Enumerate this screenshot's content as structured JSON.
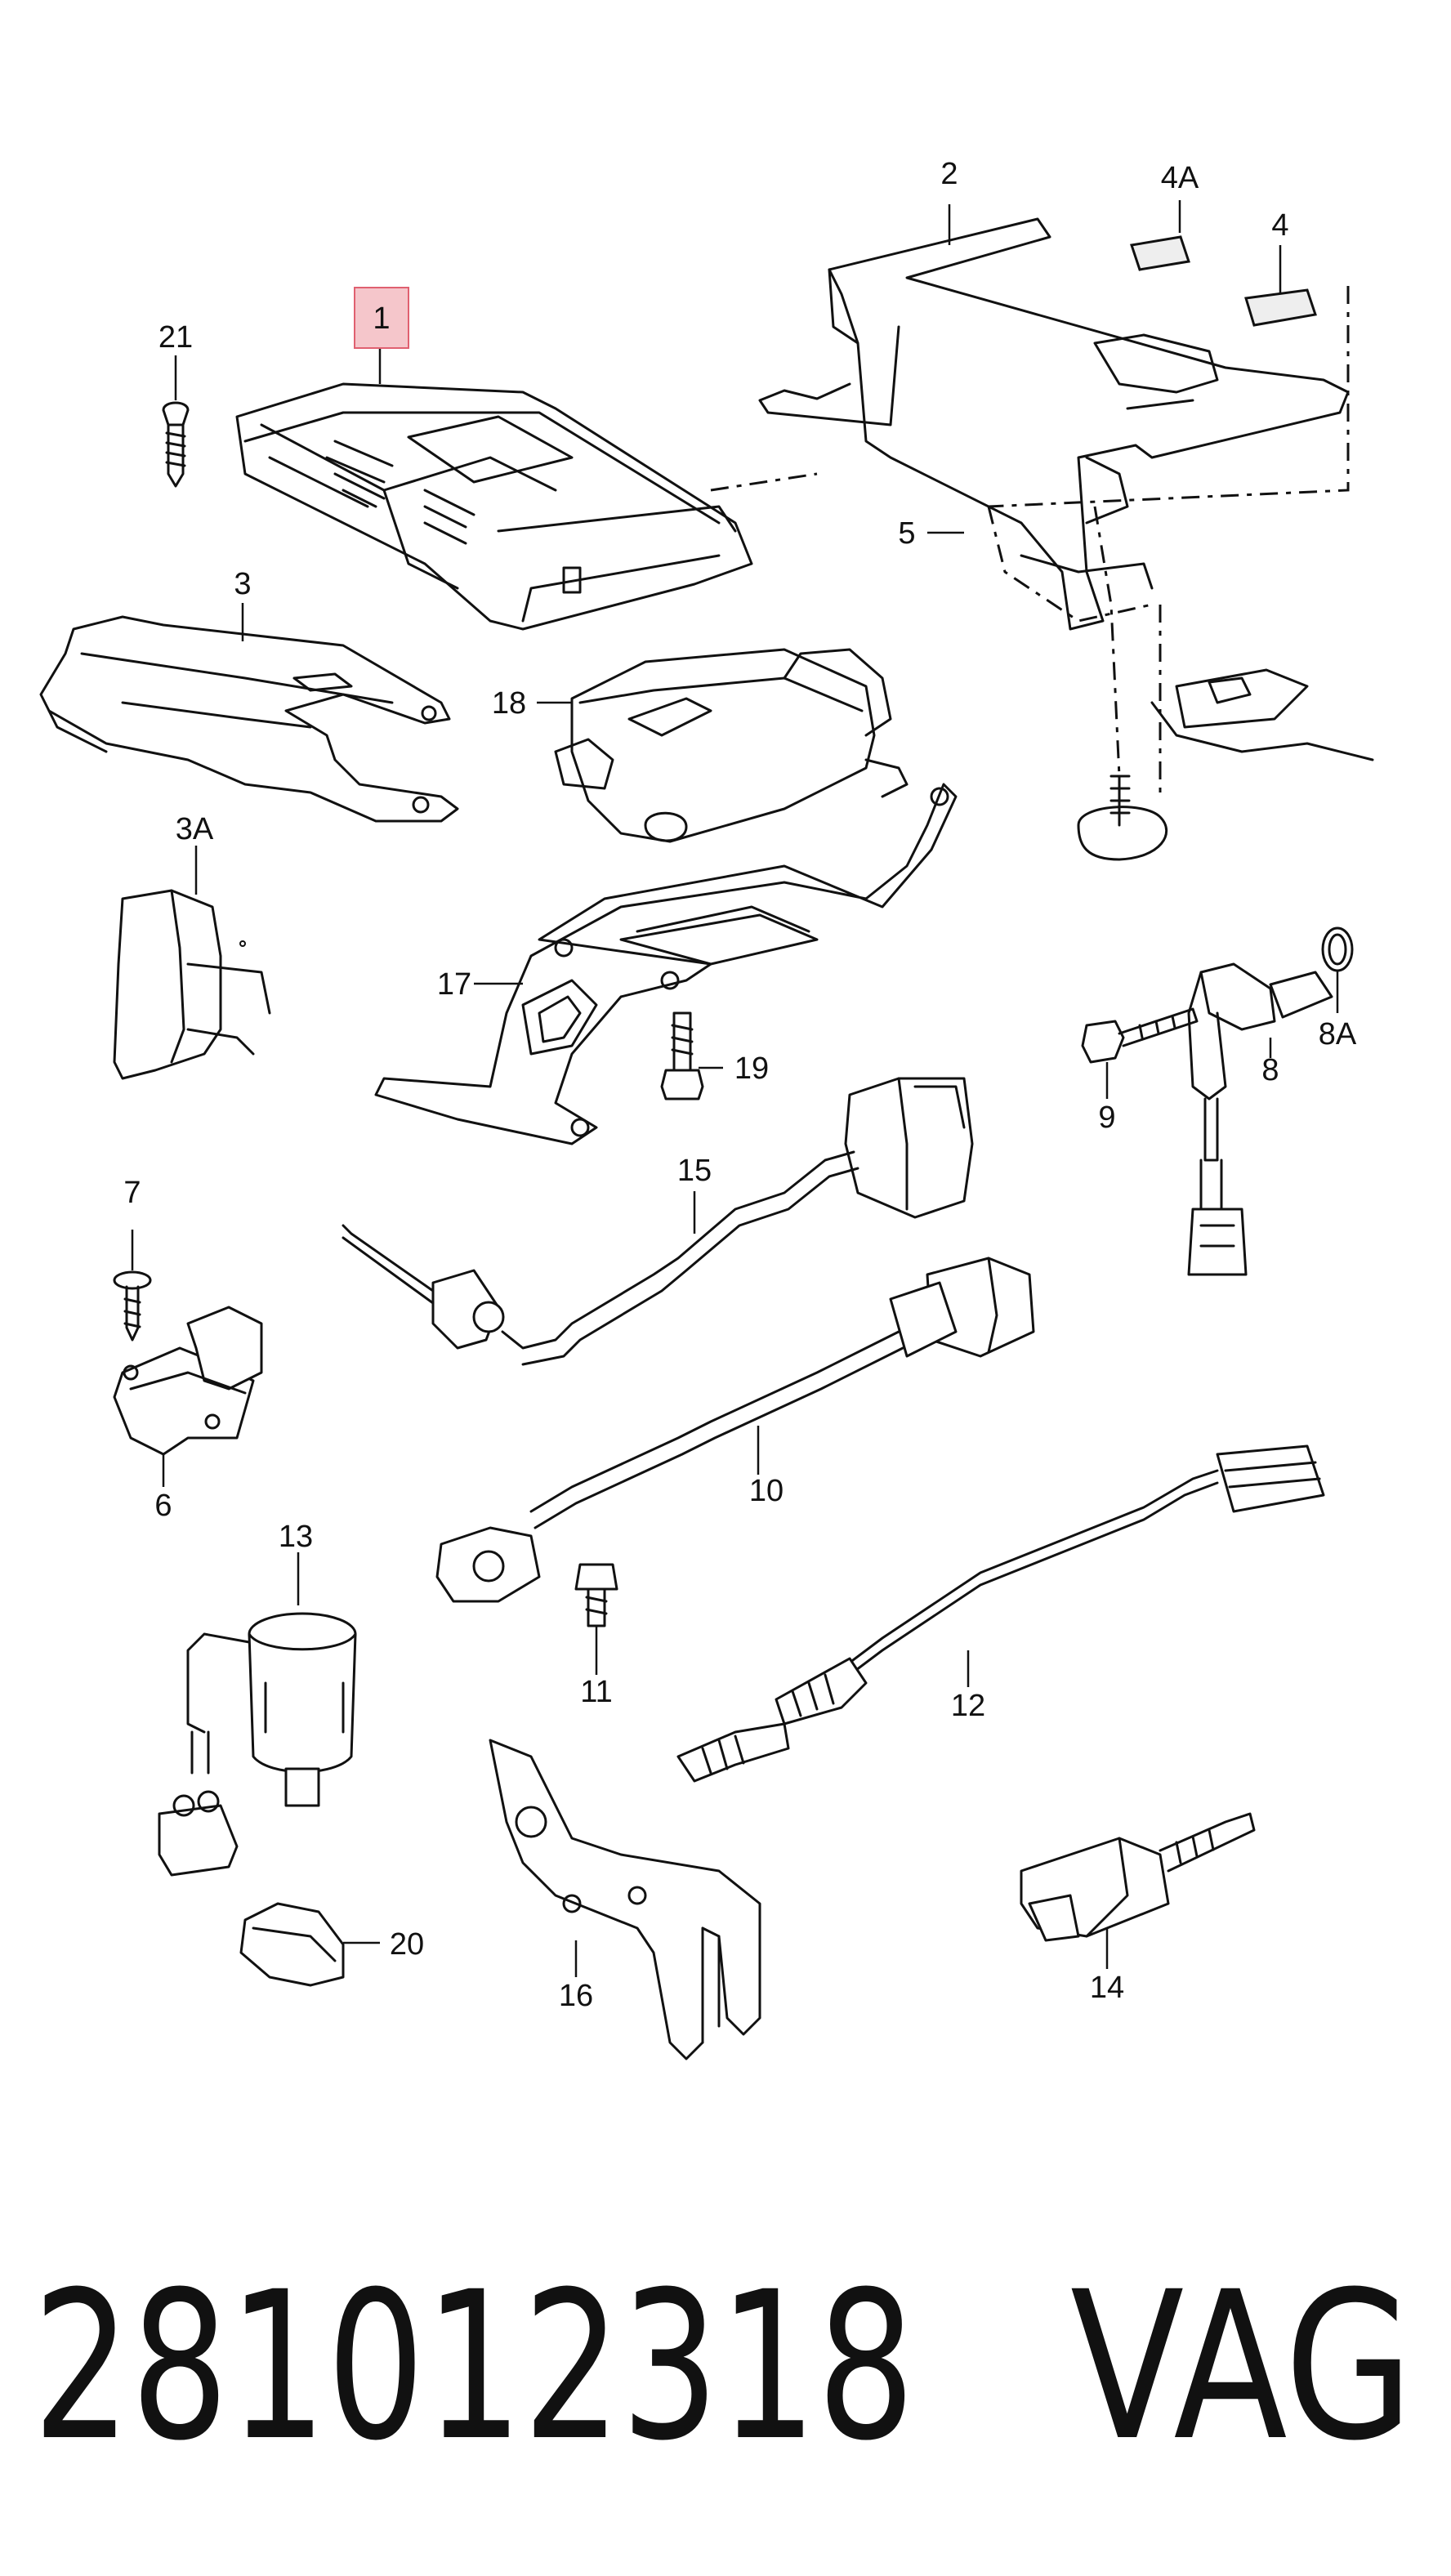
{
  "diagram": {
    "callouts": [
      "1",
      "2",
      "3",
      "3A",
      "4",
      "4A",
      "5",
      "6",
      "7",
      "8",
      "8A",
      "9",
      "10",
      "11",
      "12",
      "13",
      "14",
      "15",
      "16",
      "17",
      "18",
      "19",
      "20",
      "21"
    ],
    "highlight_color": "#f5c6cb",
    "highlight_stroke": "#e06070"
  },
  "footer": {
    "part_number": "281012318",
    "brand": "VAG"
  }
}
